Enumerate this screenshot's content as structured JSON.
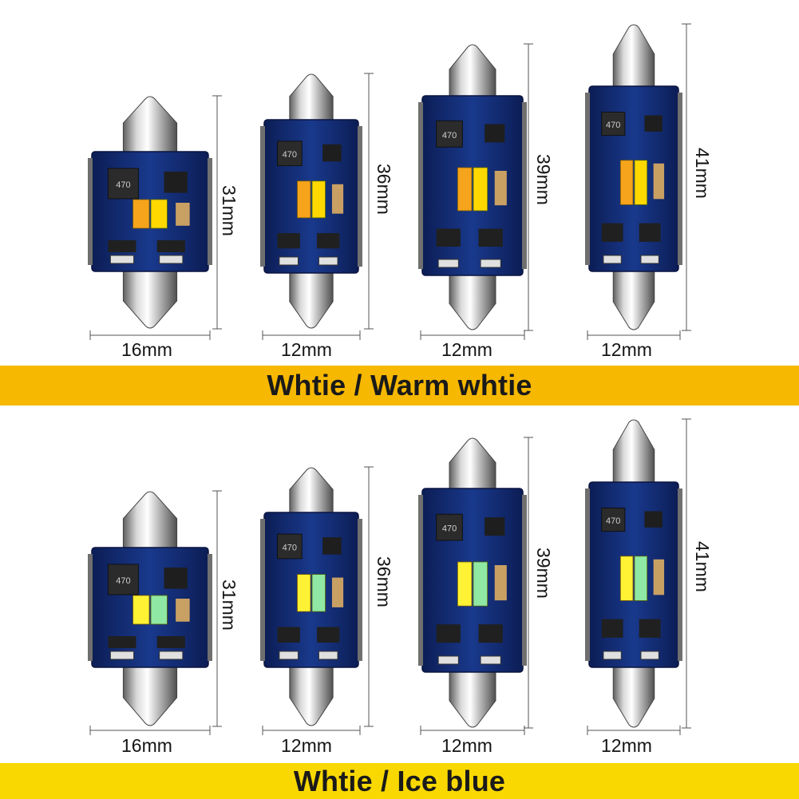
{
  "banners": {
    "top": "Whtie / Warm whtie",
    "bottom": "Whtie / Ice blue"
  },
  "rows": [
    {
      "bulbs": [
        {
          "width": "16mm",
          "length": "31mm",
          "led_left": "#f5a41c",
          "led_right": "#ffd800",
          "chip": "470"
        },
        {
          "width": "12mm",
          "length": "36mm",
          "led_left": "#f5a41c",
          "led_right": "#ffd800",
          "chip": "470"
        },
        {
          "width": "12mm",
          "length": "39mm",
          "led_left": "#f5a41c",
          "led_right": "#ffd800",
          "chip": "470"
        },
        {
          "width": "12mm",
          "length": "41mm",
          "led_left": "#f5a41c",
          "led_right": "#ffd800",
          "chip": "470"
        }
      ]
    },
    {
      "bulbs": [
        {
          "width": "16mm",
          "length": "31mm",
          "led_left": "#fff234",
          "led_right": "#8fe8a4",
          "chip": "470"
        },
        {
          "width": "12mm",
          "length": "36mm",
          "led_left": "#fff234",
          "led_right": "#8fe8a4",
          "chip": "470"
        },
        {
          "width": "12mm",
          "length": "39mm",
          "led_left": "#fff234",
          "led_right": "#8fe8a4",
          "chip": "470"
        },
        {
          "width": "12mm",
          "length": "41mm",
          "led_left": "#fff234",
          "led_right": "#8fe8a4",
          "chip": "470"
        }
      ]
    }
  ],
  "colors": {
    "pcb": "#142e78",
    "pcb_dark": "#0c1d55",
    "metal_light": "#f2f2f2",
    "metal_dark": "#6e6e6e",
    "banner_top": "#f6b800",
    "banner_bottom": "#f8d800"
  }
}
